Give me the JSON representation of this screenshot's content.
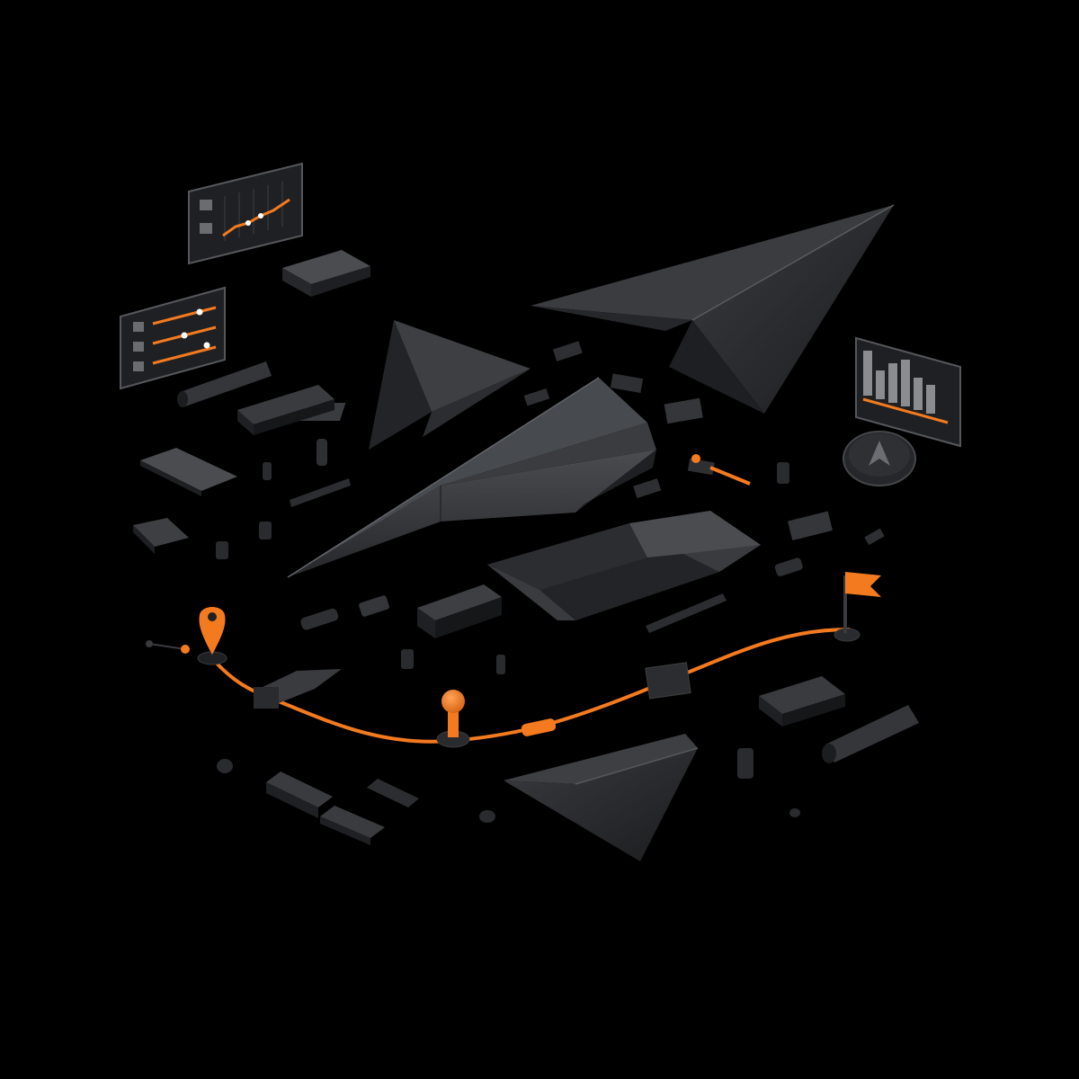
{
  "scene": {
    "background": "#000000",
    "accent": "#f47a1f",
    "surface_dark": "#1c1d1f",
    "surface_mid": "#2c2d30",
    "surface_light": "#45474b",
    "route_markers": [
      "location-pin",
      "knob-waypoint",
      "flag-destination"
    ],
    "ui_panels": [
      "line-chart-panel",
      "slider-settings-panel",
      "bar-chart-panel"
    ],
    "main_objects": [
      "paper-plane-large",
      "paper-plane-small",
      "paper-plane-main",
      "wing-piece",
      "paper-plane-bottom"
    ]
  }
}
